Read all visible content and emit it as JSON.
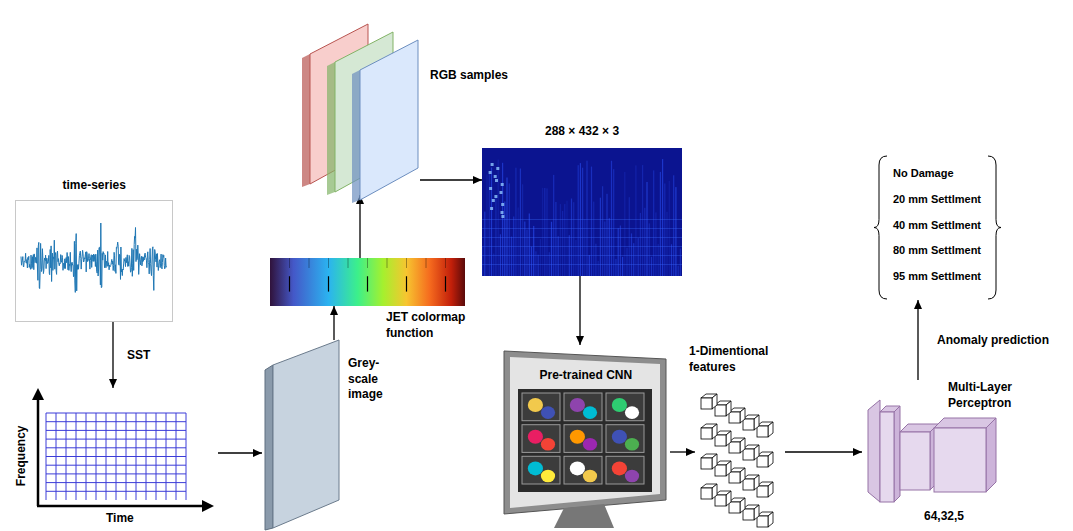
{
  "diagram": {
    "nodes": [
      {
        "text": [
          "time-series"
        ]
      },
      {
        "text": [
          "Frequency",
          "Time"
        ]
      },
      {
        "text": [
          "Grey- scale image"
        ]
      },
      {
        "text": [
          "JET colormap function"
        ]
      },
      {
        "text": [
          "RGB samples"
        ]
      },
      {
        "text": [
          "288 × 432 × 3"
        ]
      },
      {
        "text": [
          "Pre-trained CNN"
        ]
      },
      {
        "text": [
          "1-Dimentional features"
        ]
      },
      {
        "text": [
          "Multi-Layer Perceptron",
          "64,32,5"
        ]
      },
      {
        "text": [
          "No Damage",
          "20 mm Settlment",
          "40 mm Settlment",
          "80 mm Settlment",
          "95 mm Settlment"
        ]
      }
    ],
    "edges": [
      {
        "from": 0,
        "to": 1,
        "label": "SST",
        "arrow": "to"
      },
      {
        "from": 1,
        "to": 2,
        "arrow": "to"
      },
      {
        "from": 2,
        "to": 3,
        "arrow": "to"
      },
      {
        "from": 3,
        "to": 4,
        "arrow": "to"
      },
      {
        "from": 4,
        "to": 5,
        "arrow": "to"
      },
      {
        "from": 5,
        "to": 6,
        "arrow": "to"
      },
      {
        "from": 6,
        "to": 7,
        "arrow": "to"
      },
      {
        "from": 7,
        "to": 8,
        "arrow": "to"
      },
      {
        "from": 8,
        "to": 9,
        "label": "Anomaly prediction",
        "arrow": "to"
      }
    ]
  }
}
